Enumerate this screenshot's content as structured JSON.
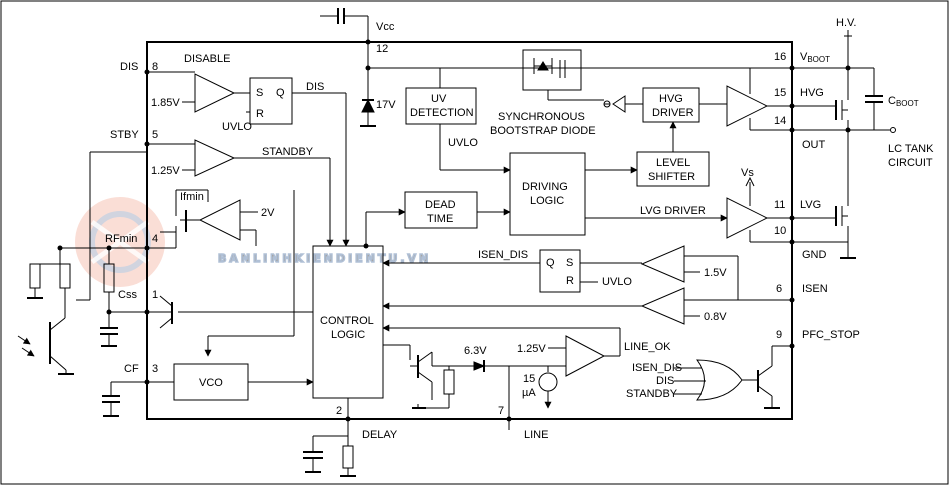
{
  "pins": [
    {
      "num": "12",
      "label": "Vcc"
    },
    {
      "num": "8",
      "label": "DIS"
    },
    {
      "num": "5",
      "label": "STBY"
    },
    {
      "num": "4",
      "label": "RFmin"
    },
    {
      "num": "1",
      "label": "Css"
    },
    {
      "num": "3",
      "label": "CF"
    },
    {
      "num": "2",
      "label": "DELAY"
    },
    {
      "num": "7",
      "label": "LINE"
    },
    {
      "num": "16",
      "label_main": "V",
      "label_sub": "BOOT"
    },
    {
      "num": "15",
      "label": "HVG"
    },
    {
      "num": "14",
      "label": "OUT"
    },
    {
      "num": "11",
      "label": "LVG"
    },
    {
      "num": "10",
      "label": "GND"
    },
    {
      "num": "6",
      "label": "ISEN"
    },
    {
      "num": "9",
      "label": "PFC_STOP"
    }
  ],
  "blocks": {
    "disable_label": "DISABLE",
    "latch": [
      "S",
      "Q",
      "R"
    ],
    "uv_detection": [
      "UV",
      "DETECTION"
    ],
    "sync_diode": [
      "SYNCHRONOUS",
      "BOOTSTRAP DIODE"
    ],
    "hvg_driver": [
      "HVG",
      "DRIVER"
    ],
    "level_shifter": [
      "LEVEL",
      "SHIFTER"
    ],
    "driving_logic": [
      "DRIVING",
      "LOGIC"
    ],
    "dead_time": [
      "DEAD",
      "TIME"
    ],
    "control_logic": [
      "CONTROL",
      "LOGIC"
    ],
    "vco": "VCO",
    "isen_latch": [
      "Q",
      "S",
      "R"
    ]
  },
  "signals": {
    "dis": "DIS",
    "uvlo": "UVLO",
    "standby": "STANDBY",
    "ifmin": "Ifmin",
    "isen_dis": "ISEN_DIS",
    "lvg_driver": "LVG DRIVER",
    "vs": "Vs",
    "line_ok": "LINE_OK",
    "current_source": [
      "15",
      "µA"
    ]
  },
  "references": {
    "v_1_85": "1.85V",
    "v_1_25_stby": "1.25V",
    "v_2": "2V",
    "v_17": "17V",
    "v_1_5": "1.5V",
    "v_0_8": "0.8V",
    "v_6_3": "6.3V",
    "v_1_25_line": "1.25V"
  },
  "or_inputs": [
    "ISEN_DIS",
    "DIS",
    "STANDBY"
  ],
  "external": {
    "hv": "H.V.",
    "cboot_main": "C",
    "cboot_sub": "BOOT",
    "lc_tank": [
      "LC TANK",
      "CIRCUIT"
    ]
  },
  "watermark": "BANLINHKIENDIENTU.VN"
}
